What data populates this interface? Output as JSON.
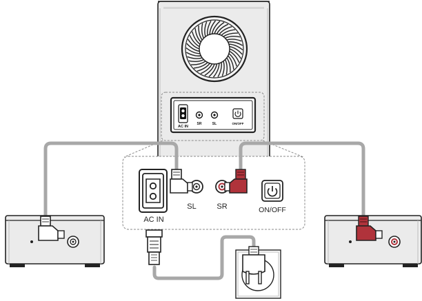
{
  "panel": {
    "ac_in": "AC IN",
    "sl": "SL",
    "sr": "SR",
    "on_off": "ON/OFF"
  },
  "back_panel": {
    "ac_in": "AC IN",
    "sr": "SR",
    "sl": "SL",
    "on_off": "ON/OFF"
  },
  "colors": {
    "cable": "#a8a8a8",
    "red_connector": "#b0333b",
    "device_fill": "#ebebeb",
    "outline": "#222222"
  },
  "icons": [
    "power-icon",
    "ac-inlet-icon",
    "rca-jack-icon",
    "rca-plug-icon",
    "wall-outlet-icon",
    "ac-plug-icon",
    "subwoofer-fan-icon"
  ]
}
